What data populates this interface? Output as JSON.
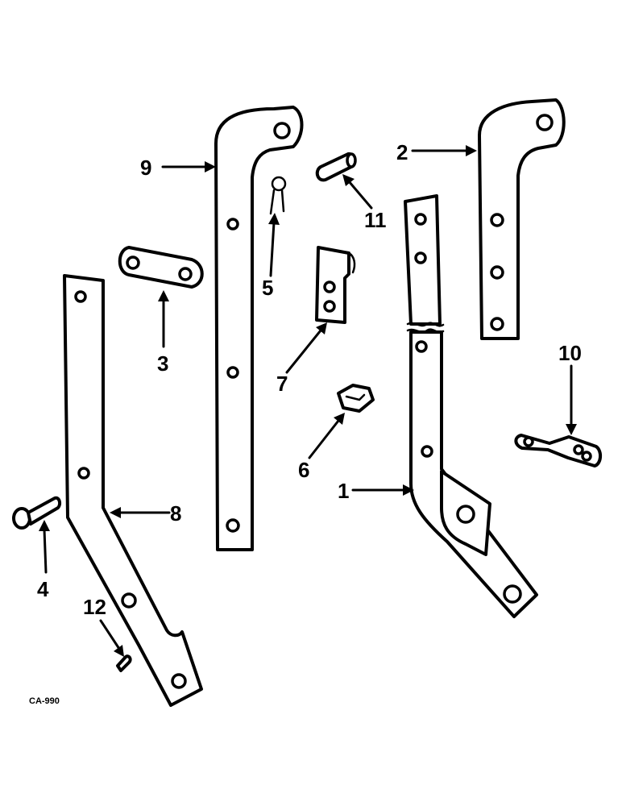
{
  "callouts": {
    "c1": "1",
    "c2": "2",
    "c3": "3",
    "c4": "4",
    "c5": "5",
    "c6": "6",
    "c7": "7",
    "c8": "8",
    "c9": "9",
    "c10": "10",
    "c11": "11",
    "c12": "12"
  },
  "drawing_code": "CA-990"
}
